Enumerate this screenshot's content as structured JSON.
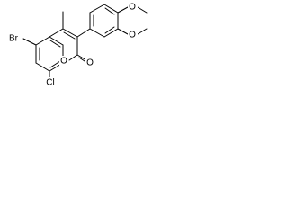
{
  "molecule": {
    "labels": {
      "bromo": "Br",
      "chloro": "Cl",
      "ring_oxygen": "O",
      "carbonyl_oxygen": "O",
      "methoxy_top_oxygen": "O",
      "methoxy_bottom_oxygen": "O"
    },
    "ink_color": "#000000",
    "background_color": "#ffffff"
  }
}
